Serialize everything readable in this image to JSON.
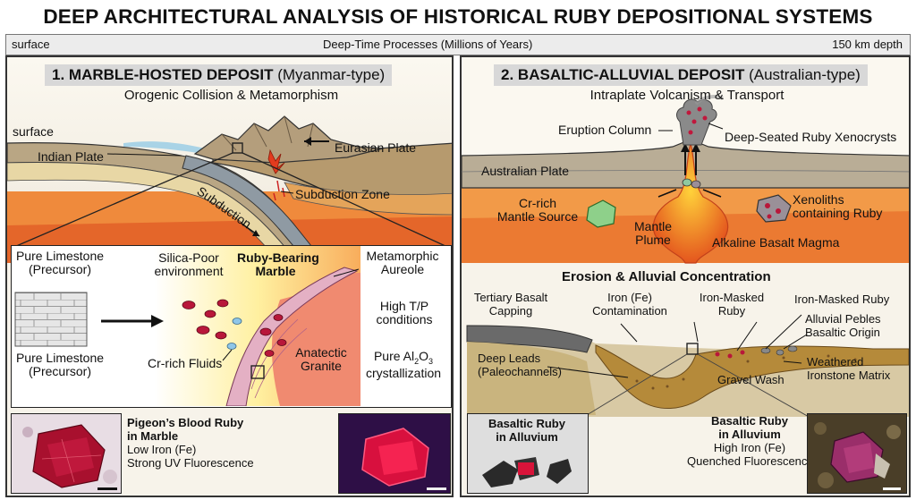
{
  "title": "DEEP ARCHITECTURAL ANALYSIS OF HISTORICAL RUBY DEPOSITIONAL SYSTEMS",
  "scale_bar": {
    "left": "surface",
    "center": "Deep-Time Processes (Millions of Years)",
    "right": "150 km depth"
  },
  "left_panel": {
    "number": "1.",
    "title": "MARBLE-HOSTED DEPOSIT",
    "title_suffix": "(Myanmar-type)",
    "subtitle": "Orogenic Collision & Metamorphism",
    "labels": {
      "surface": "surface",
      "indian_plate": "Indian Plate",
      "eurasian_plate": "Eurasian Plate",
      "subduction": "Subduction",
      "subduction_zone": "Subduction Zone"
    },
    "detail": {
      "limestone_top_1": "Pure Limestone",
      "limestone_top_2": "(Precursor)",
      "limestone_bottom_1": "Pure Limestone",
      "limestone_bottom_2": "(Precursor)",
      "silica_poor_1": "Silica-Poor",
      "silica_poor_2": "environment",
      "ruby_marble_1": "Ruby-Bearing",
      "ruby_marble_2": "Marble",
      "metamorphic_1": "Metamorphic",
      "metamorphic_2": "Aureole",
      "high_tp_1": "High T/P",
      "high_tp_2": "conditions",
      "cr_fluids": "Cr-rich Fluids",
      "anatectic_1": "Anatectic",
      "anatectic_2": "Granite",
      "pure_al_1": "Pure Al",
      "pure_al_sub": "2",
      "pure_al_mid": "O",
      "pure_al_sub2": "3",
      "pure_al_2": "crystallization"
    },
    "sample": {
      "name_1": "Pigeon’s Blood Ruby",
      "name_2": "in Marble",
      "line_1": "Low Iron (Fe)",
      "line_2": "Strong UV Fluorescence"
    }
  },
  "right_panel": {
    "number": "2.",
    "title": "BASALTIC-ALLUVIAL DEPOSIT",
    "title_suffix": "(Australian-type)",
    "subtitle": "Intraplate Volcanism & Transport",
    "labels": {
      "eruption_column": "Eruption Column",
      "xenocrysts": "Deep-Seated Ruby Xenocrysts",
      "australian_plate": "Australian Plate",
      "cr_mantle_1": "Cr-rich",
      "cr_mantle_2": "Mantle Source",
      "xenoliths_1": "Xenoliths",
      "xenoliths_2": "containing Ruby",
      "mantle_plume_1": "Mantle",
      "mantle_plume_2": "Plume",
      "alkaline": "Alkaline Basalt Magma"
    },
    "erosion": {
      "heading": "Erosion & Alluvial Concentration",
      "tertiary_1": "Tertiary Basalt",
      "tertiary_2": "Capping",
      "iron_1": "Iron (Fe)",
      "iron_2": "Contamination",
      "iron_masked_1": "Iron-Masked",
      "iron_masked_2": "Ruby",
      "iron_masked_ruby": "Iron-Masked Ruby",
      "alluvial_1": "Alluvial Pebles",
      "alluvial_2": "Basaltic Origin",
      "deep_leads_1": "Deep Leads",
      "deep_leads_2": "(Paleochannels)",
      "gravel": "Gravel Wash",
      "weathered_1": "Weathered",
      "weathered_2": "Ironstone Matrix"
    },
    "sample_box": {
      "line_1": "Basaltic Ruby",
      "line_2": "in Alluvium"
    },
    "sample": {
      "name_1": "Basaltic Ruby",
      "name_2": "in Alluvium",
      "line_1": "High Iron (Fe)",
      "line_2": "Quenched Fluorescence"
    }
  },
  "colors": {
    "mantle_orange": "#ef8a3c",
    "crust_tan": "#c9b48e",
    "ruby_red": "#b8173a",
    "magma": "#f4a21e"
  }
}
